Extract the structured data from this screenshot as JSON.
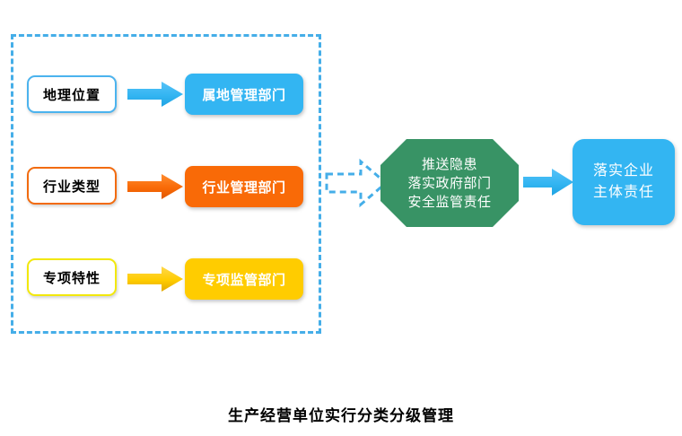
{
  "diagram": {
    "caption": "生产经营单位实行分类分级管理",
    "group": {
      "name": "classification-group",
      "border_color": "#45AEE8",
      "border_style": "dashed"
    },
    "rows": [
      {
        "source_label": "地理位置",
        "source_border_color": "#4BB3EE",
        "arrow_color": "#33B5F2",
        "target_label": "属地管理部门",
        "target_color": "#33B5F2"
      },
      {
        "source_label": "行业类型",
        "source_border_color": "#F26B0F",
        "arrow_color": "#F96A07",
        "target_label": "行业管理部门",
        "target_color": "#F96A07"
      },
      {
        "source_label": "专项特性",
        "source_border_color": "#F2E80C",
        "arrow_color": "#FFCC00",
        "target_label": "专项监管部门",
        "target_color": "#FFCC00"
      }
    ],
    "transition_arrow": {
      "style": "dashed-outline",
      "color": "#45AEE8"
    },
    "octagon": {
      "color": "#389365",
      "lines": [
        "推送隐患",
        "落实政府部门",
        "安全监管责任"
      ]
    },
    "final_arrow": {
      "color": "#33B5F2"
    },
    "final_box": {
      "color": "#33B5F2",
      "lines": [
        "落实企业",
        "主体责任"
      ]
    }
  }
}
